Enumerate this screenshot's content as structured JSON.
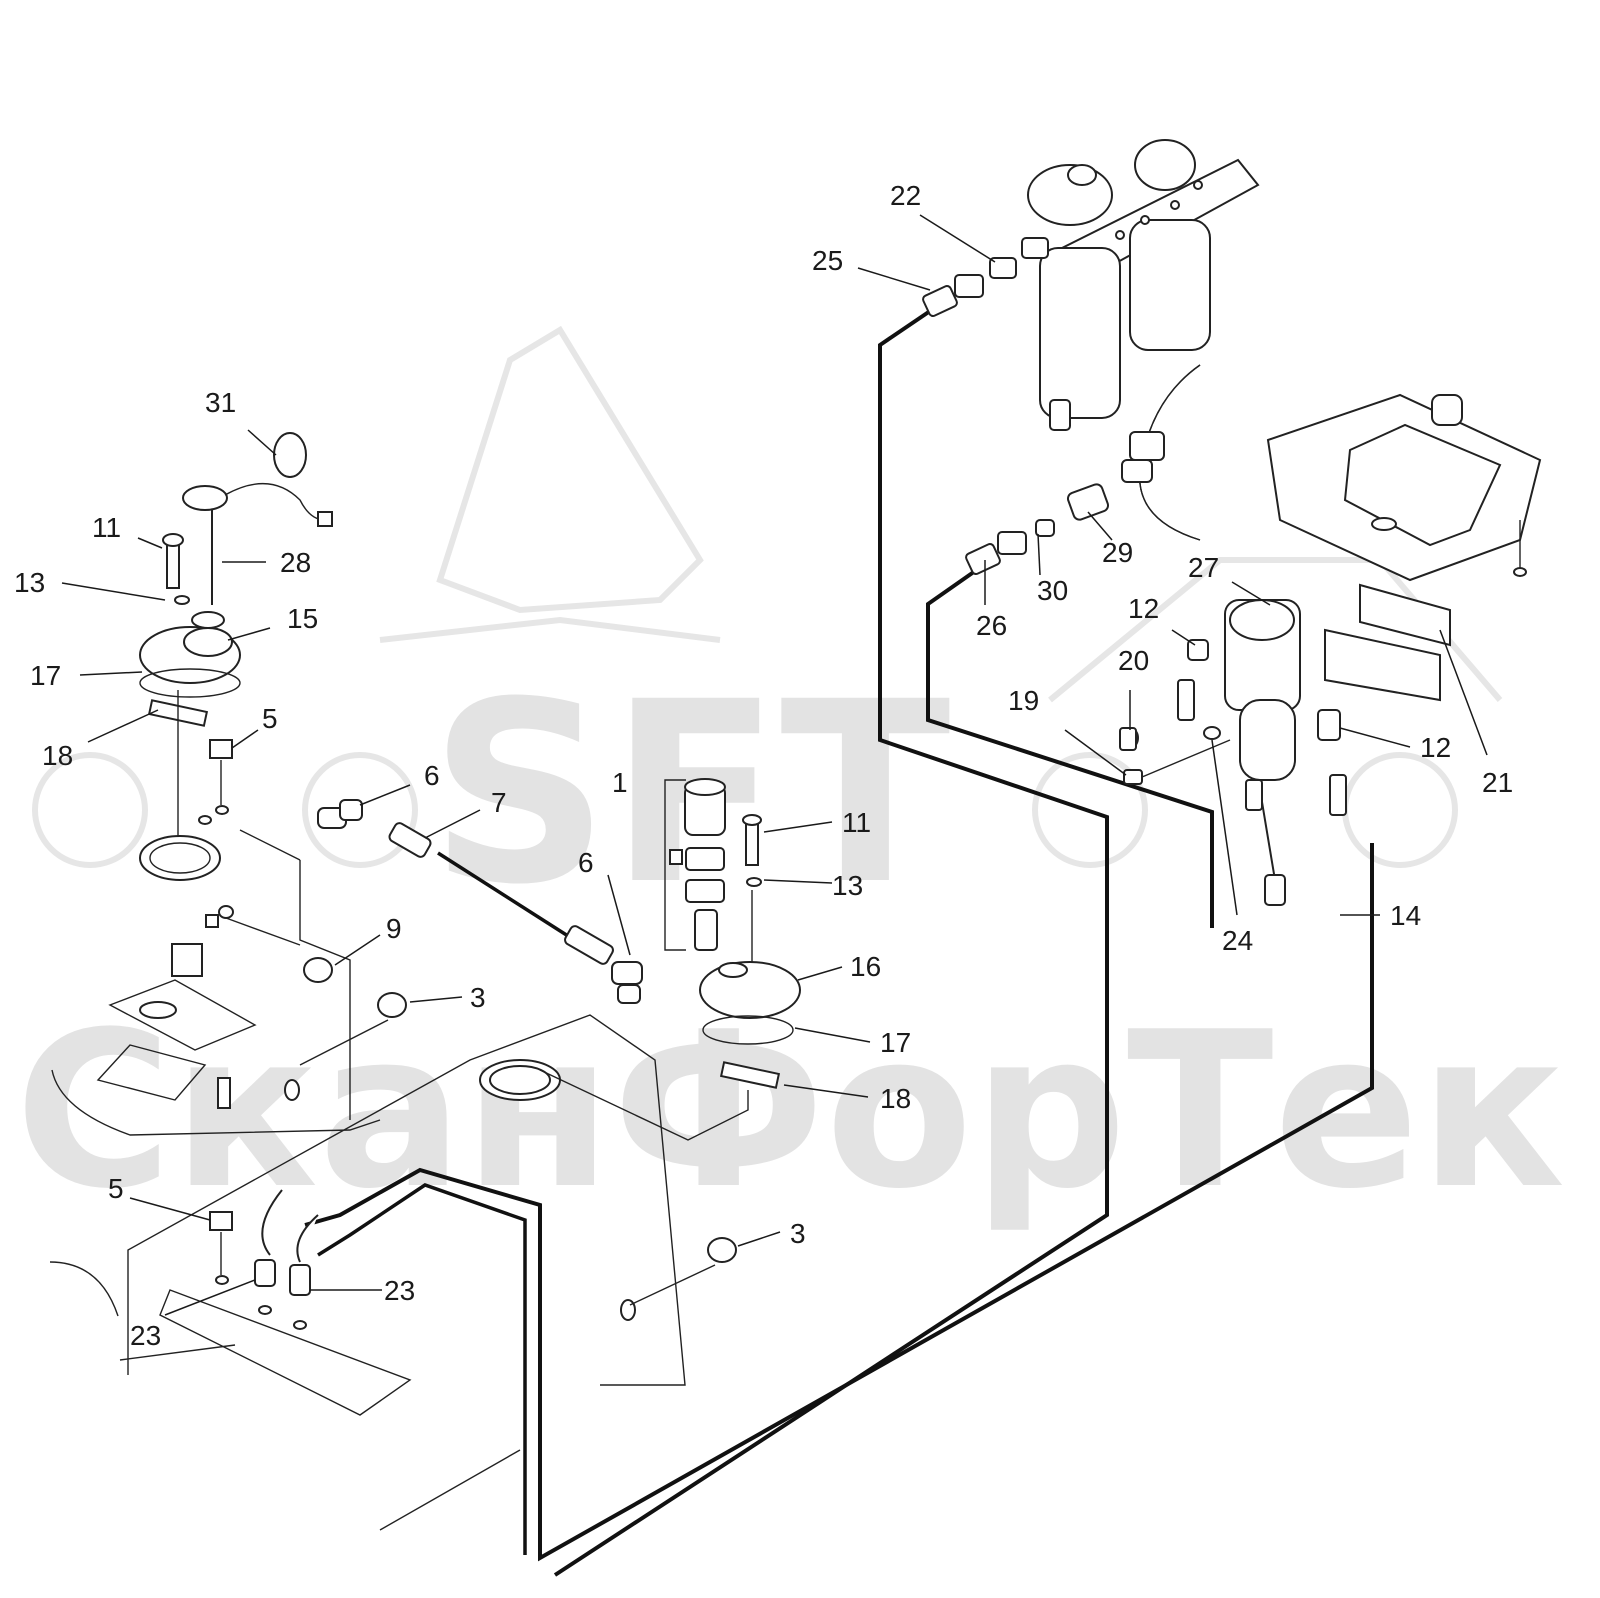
{
  "watermark": {
    "logo_text": "SFT",
    "brand_text": "СканФорТек"
  },
  "callouts": [
    {
      "id": "c1",
      "text": "1"
    },
    {
      "id": "c3a",
      "text": "3"
    },
    {
      "id": "c3b",
      "text": "3"
    },
    {
      "id": "c5a",
      "text": "5"
    },
    {
      "id": "c5b",
      "text": "5"
    },
    {
      "id": "c6a",
      "text": "6"
    },
    {
      "id": "c6b",
      "text": "6"
    },
    {
      "id": "c7",
      "text": "7"
    },
    {
      "id": "c9",
      "text": "9"
    },
    {
      "id": "c11a",
      "text": "11"
    },
    {
      "id": "c11b",
      "text": "11"
    },
    {
      "id": "c12a",
      "text": "12"
    },
    {
      "id": "c12b",
      "text": "12"
    },
    {
      "id": "c13a",
      "text": "13"
    },
    {
      "id": "c13b",
      "text": "13"
    },
    {
      "id": "c14",
      "text": "14"
    },
    {
      "id": "c15",
      "text": "15"
    },
    {
      "id": "c16",
      "text": "16"
    },
    {
      "id": "c17a",
      "text": "17"
    },
    {
      "id": "c17b",
      "text": "17"
    },
    {
      "id": "c18a",
      "text": "18"
    },
    {
      "id": "c18b",
      "text": "18"
    },
    {
      "id": "c19",
      "text": "19"
    },
    {
      "id": "c20",
      "text": "20"
    },
    {
      "id": "c21",
      "text": "21"
    },
    {
      "id": "c22",
      "text": "22"
    },
    {
      "id": "c23a",
      "text": "23"
    },
    {
      "id": "c23b",
      "text": "23"
    },
    {
      "id": "c24",
      "text": "24"
    },
    {
      "id": "c25",
      "text": "25"
    },
    {
      "id": "c26",
      "text": "26"
    },
    {
      "id": "c27",
      "text": "27"
    },
    {
      "id": "c28",
      "text": "28"
    },
    {
      "id": "c29",
      "text": "29"
    },
    {
      "id": "c30",
      "text": "30"
    },
    {
      "id": "c31",
      "text": "31"
    }
  ]
}
